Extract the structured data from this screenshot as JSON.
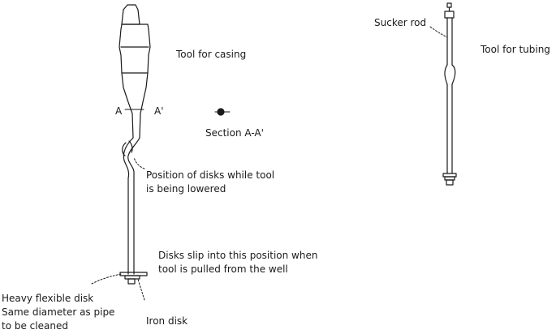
{
  "labels": {
    "tool_casing": "Tool for casing",
    "a": "A",
    "a_prime": "A'",
    "section": "Section A-A'",
    "disks_lowered_1": "Position of disks while tool",
    "disks_lowered_2": "is being lowered",
    "disks_slip_1": "Disks slip into this position when",
    "disks_slip_2": "tool is pulled from the well",
    "heavy_disk_1": "Heavy flexible disk",
    "heavy_disk_2": "Same diameter as pipe",
    "heavy_disk_3": "to be cleaned",
    "iron_disk": "Iron disk",
    "sucker_rod": "Sucker rod",
    "tool_tubing": "Tool for tubing"
  },
  "colors": {
    "ink": "#1a1a1a",
    "background": "#ffffff"
  }
}
